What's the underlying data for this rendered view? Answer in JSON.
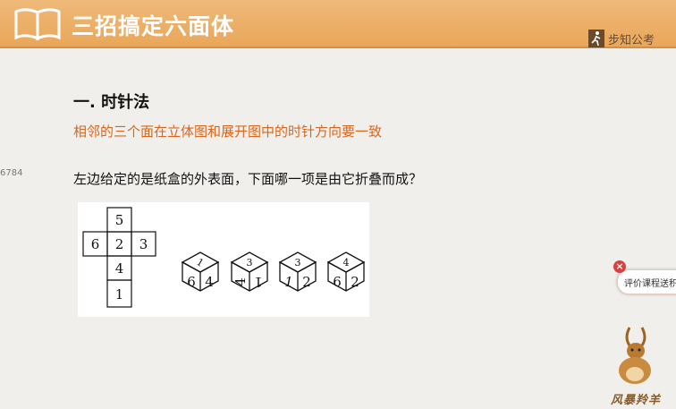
{
  "header": {
    "title": "三招搞定六面体",
    "brand": "步知公考",
    "bg_color": "#e9a75a"
  },
  "side_counter": "6784",
  "section": {
    "title": "一. 时针法",
    "subtitle": "相邻的三个面在立体图和展开图中的时针方向要一致",
    "question": "左边给定的是纸盒的外表面，下面哪一项是由它折叠而成？"
  },
  "net": {
    "top": "5",
    "left": "6",
    "center": "2",
    "right": "3",
    "below": "4",
    "bottom": "1"
  },
  "cubes": [
    {
      "top": "1",
      "front": "6",
      "side": "4"
    },
    {
      "top": "3",
      "front": "4",
      "side": "1"
    },
    {
      "top": "3",
      "front": "1",
      "side": "2"
    },
    {
      "top": "4",
      "front": "6",
      "side": "2"
    }
  ],
  "feedback": {
    "label": "评价课程送积分",
    "close": "×"
  },
  "mascot_label": "风暴羚羊",
  "colors": {
    "accent": "#d9661c",
    "header": "#e9a75a"
  }
}
